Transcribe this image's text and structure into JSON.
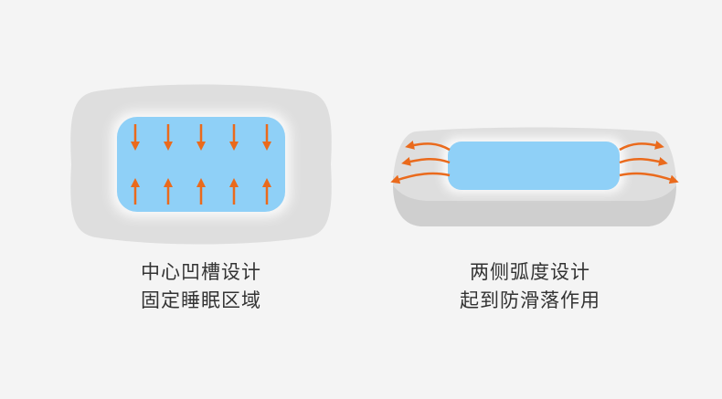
{
  "colors": {
    "background": "#f4f4f4",
    "pillow": "#dedede",
    "pillow_shadow": "#cfcfcf",
    "center_zone": "#8fd0f7",
    "arrow": "#ea6a1c",
    "text": "#333333"
  },
  "left_panel": {
    "caption_line1": "中心凹槽设计",
    "caption_line2": "固定睡眠区域",
    "illustration_icon": "pillow-top-view-icon"
  },
  "right_panel": {
    "caption_line1": "两侧弧度设计",
    "caption_line2": "起到防滑落作用",
    "illustration_icon": "pillow-side-view-icon"
  }
}
